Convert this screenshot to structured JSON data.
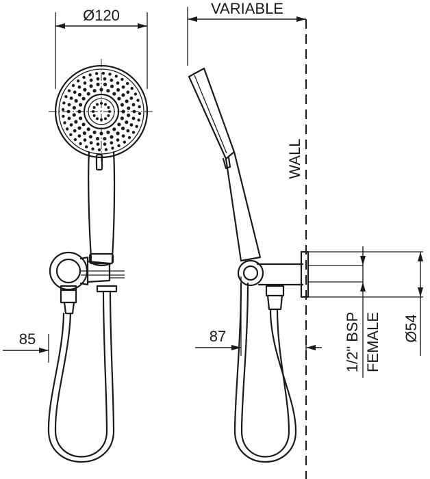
{
  "labels": {
    "diameter_head": "Ø120",
    "variable": "VARIABLE",
    "wall": "WALL",
    "dim_85": "85",
    "dim_87": "87",
    "thread": "1/2\" BSP",
    "female": "FEMALE",
    "diameter_flange": "Ø54"
  },
  "colors": {
    "line": "#1a1a1a",
    "background": "#ffffff"
  }
}
